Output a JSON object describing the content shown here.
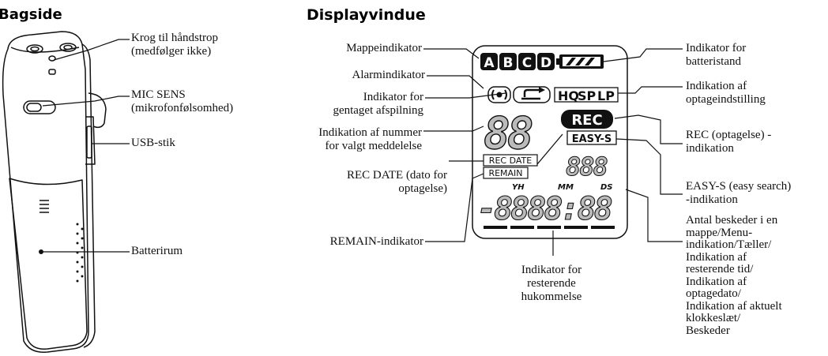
{
  "headings": {
    "back": "Bagside",
    "display": "Displayvindue"
  },
  "device_labels": {
    "strap_hook": [
      "Krog til håndstrop",
      "(medfølger ikke)"
    ],
    "mic_sens": [
      "MIC SENS",
      "(mikrofonfølsomhed)"
    ],
    "usb": [
      "USB-stik"
    ],
    "battery": [
      "Batterirum"
    ]
  },
  "display_labels": {
    "folder": [
      "Mappeindikator"
    ],
    "alarm": [
      "Alarmindikator"
    ],
    "repeat": [
      "Indikator for",
      "gentaget afspilning"
    ],
    "msg_number": [
      "Indikation af nummer",
      "for valgt meddelelse"
    ],
    "rec_date": [
      "REC DATE (dato for",
      "optagelse)"
    ],
    "remain": [
      "REMAIN-indikator"
    ],
    "memory": [
      "Indikator for",
      "resterende",
      "hukommelse"
    ],
    "battery_state": [
      "Indikator for",
      "batteristand"
    ],
    "rec_mode": [
      "Indikation af",
      "optageindstilling"
    ],
    "rec": [
      "REC (optagelse) -",
      "indikation"
    ],
    "easy_s": [
      "EASY-S (easy search)",
      "-indikation"
    ],
    "counter": [
      "Antal beskeder i en",
      "mappe/Menu-",
      "indikation/Tæller/",
      "Indikation af",
      "resterende tid/",
      "Indikation af",
      "optagedato/",
      "Indikation af aktuelt",
      "klokkeslæt/",
      "Beskeder"
    ]
  },
  "lcd": {
    "folders": [
      "A",
      "B",
      "C",
      "D"
    ],
    "modes": [
      "HQ",
      "SP",
      "LP"
    ],
    "rec": "REC",
    "easy_s": "EASY-S",
    "rec_date": "REC DATE",
    "remain": "REMAIN",
    "sub_labels": [
      "YH",
      "MM",
      "DS"
    ]
  },
  "colors": {
    "line": "#111111",
    "lcd_fill": "#ffffff",
    "segment": "#111111",
    "ghost_segment": "#bbbbbb"
  }
}
